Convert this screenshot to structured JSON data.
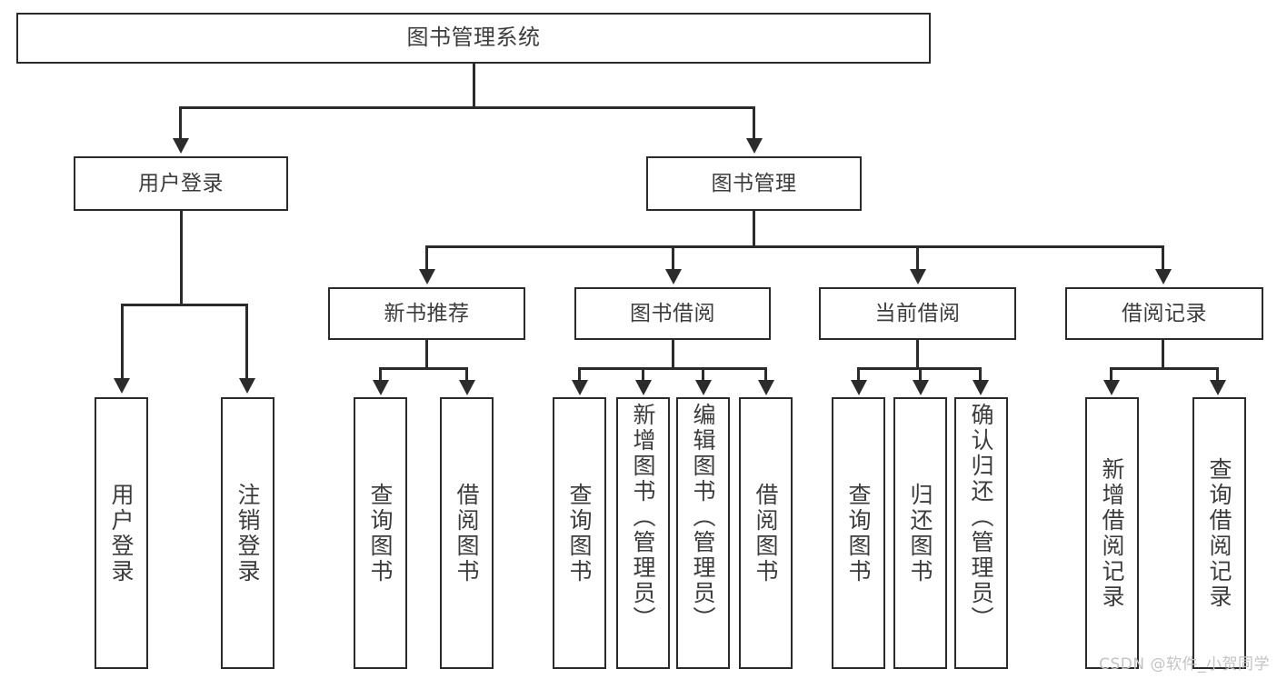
{
  "diagram": {
    "type": "tree-hierarchy",
    "title": "图书管理系统",
    "watermark": "CSDN @软件_小贺同学",
    "colors": {
      "background": "#ffffff",
      "border": "#2b2b2b",
      "text": "#3c3c3c",
      "connector": "#2b2b2b",
      "watermark": "#c3c3c3"
    },
    "nodes": {
      "root": "图书管理系统",
      "level2": {
        "user_login": "用户登录",
        "book_manage": "图书管理"
      },
      "level3": {
        "new_book_rec": "新书推荐",
        "book_borrow": "图书借阅",
        "current_borrow": "当前借阅",
        "borrow_record": "借阅记录"
      },
      "leaves": {
        "user_login_1": "用户登录",
        "user_login_2": "注销登录",
        "new_book_rec_1": "查询图书",
        "new_book_rec_2": "借阅图书",
        "book_borrow_1": "查询图书",
        "book_borrow_2": "新增图书（管理员）",
        "book_borrow_3": "编辑图书（管理员）",
        "book_borrow_4": "借阅图书",
        "current_borrow_1": "查询图书",
        "current_borrow_2": "归还图书",
        "current_borrow_3": "确认归还（管理员）",
        "borrow_record_1": "新增借阅记录",
        "borrow_record_2": "查询借阅记录"
      }
    }
  }
}
